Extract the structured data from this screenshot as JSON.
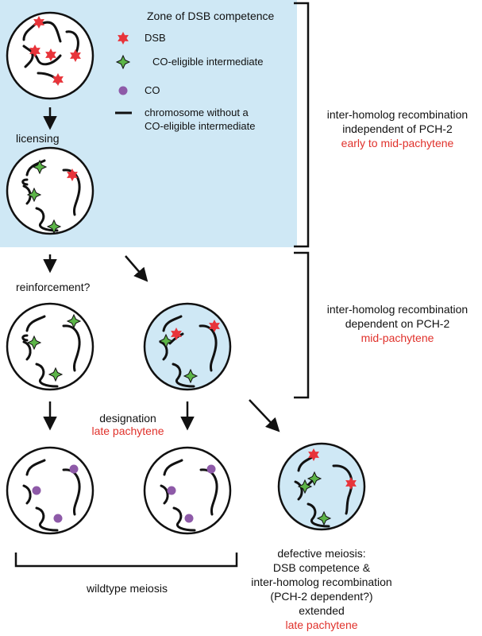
{
  "legend": {
    "title": "Zone of DSB competence",
    "dsb": "DSB",
    "co_eligible": "CO-eligible intermediate",
    "co": "CO",
    "chromosome_line1": "chromosome without a",
    "chromosome_line2": "CO-eligible intermediate"
  },
  "steps": {
    "licensing": "licensing",
    "reinforcement": "reinforcement?",
    "designation": "designation",
    "designation_stage": "late pachytene"
  },
  "brackets": {
    "top_line1": "inter-homolog recombination",
    "top_line2": "independent of PCH-2",
    "top_stage": "early to mid-pachytene",
    "middle_line1": "inter-homolog recombination",
    "middle_line2": "dependent on PCH-2",
    "middle_stage": "mid-pachytene",
    "bottom_label": "wildtype meiosis"
  },
  "defective": {
    "line1": "defective meiosis:",
    "line2": "DSB competence &",
    "line3": "inter-homolog recombination",
    "line4": "(PCH-2 dependent?)",
    "line5": "extended",
    "stage": "late pachytene"
  },
  "colors": {
    "zone": "#cfe8f5",
    "dsb": "#e8343a",
    "co_eligible": "#5cb548",
    "co": "#8e5aa8",
    "stage_text": "#e0312b"
  }
}
